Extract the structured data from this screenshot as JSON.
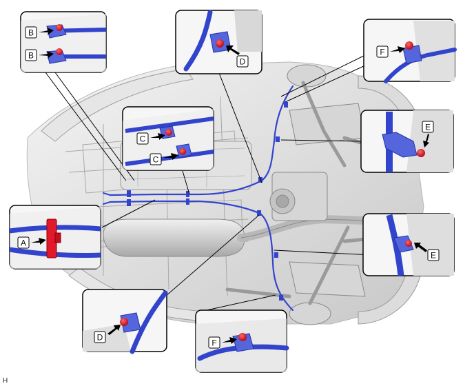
{
  "figure": {
    "code": "H",
    "callouts": {
      "a": "A",
      "b_upper": "B",
      "b_lower": "B",
      "c_upper": "C",
      "c_lower": "C",
      "d_top": "D",
      "d_bottom": "D",
      "e_upper": "E",
      "e_lower": "E",
      "f_upper": "F",
      "f_lower": "F"
    }
  },
  "colors": {
    "line": "#3344cc",
    "line_dark": "#1a2a9a",
    "fastener": "#dd1122",
    "clip": "#e01a2a",
    "body_shade": "#e8e8e8",
    "body_line": "#9a9a9a",
    "inset_bg": "#f6f6f6"
  }
}
